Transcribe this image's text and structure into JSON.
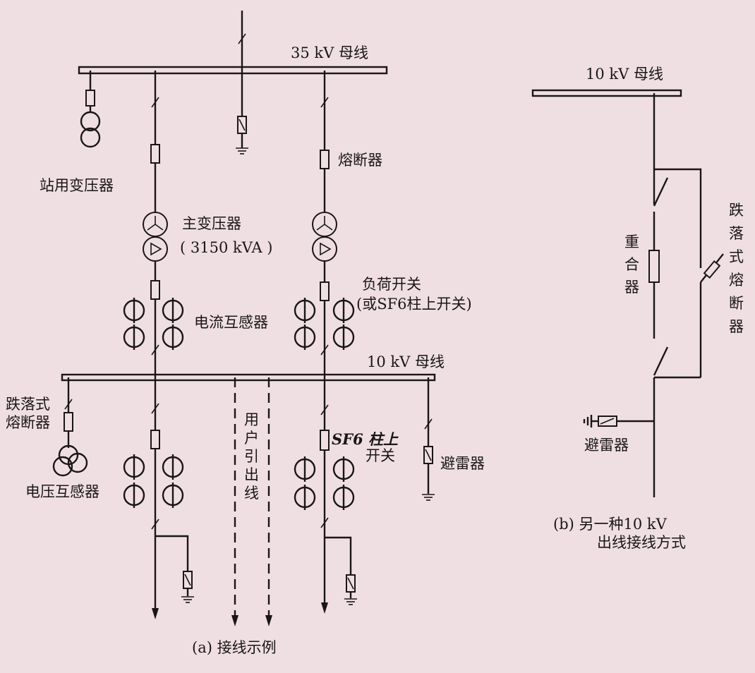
{
  "figure_a": {
    "bus_35kv_label": "35 kV 母线",
    "station_transformer_label": "站用变压器",
    "fuse_label": "熔断器",
    "main_transformer_label": "主变压器",
    "main_transformer_rating": "( 3150 kVA )",
    "load_switch_label": "负荷开关",
    "load_switch_alt": "(或SF6柱上开关)",
    "current_transformer_label": "电流互感器",
    "bus_10kv_label": "10 kV 母线",
    "dropout_fuse_line1": "跌落式",
    "dropout_fuse_line2": "熔断器",
    "voltage_transformer_label": "电压互感器",
    "customer_feeder_label": [
      "用",
      "户",
      "引",
      "出",
      "线"
    ],
    "sf6_switch_line1": "SF6 柱上",
    "sf6_switch_line2": "开关",
    "arrester_label": "避雷器",
    "caption": "(a) 接线示例"
  },
  "figure_b": {
    "bus_10kv_label": "10 kV 母线",
    "recloser_label": [
      "重",
      "合",
      "器"
    ],
    "dropout_fuse_label": [
      "跌",
      "落",
      "式",
      "熔",
      "断",
      "器"
    ],
    "arrester_label": "避雷器",
    "caption_line1": "(b) 另一种10 kV",
    "caption_line2": "出线接线方式"
  }
}
